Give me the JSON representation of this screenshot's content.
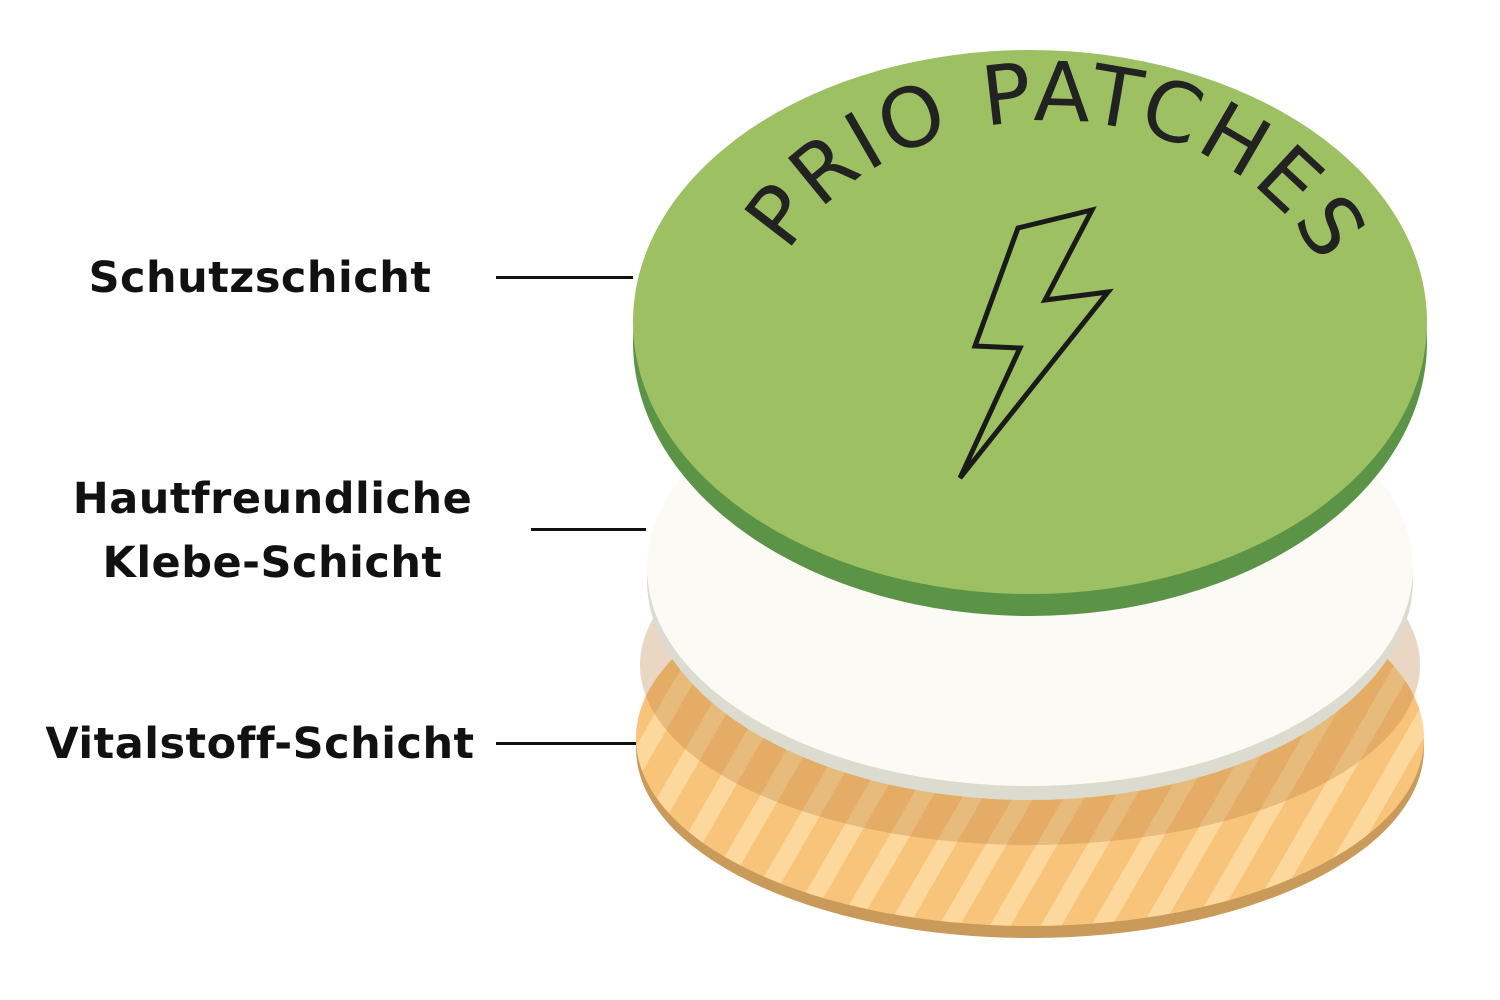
{
  "labels": {
    "top": "Schutzschicht",
    "middle_line1": "Hautfreundliche",
    "middle_line2": "Klebe-Schicht",
    "bottom": "Vitalstoff-Schicht"
  },
  "patch_logo_text": "PRIO PATCHES",
  "colors": {
    "green_top": "#9dc063",
    "green_edge": "#5b9446",
    "white_top": "#fbfaf5",
    "white_edge": "#dcdbcf",
    "orange_top": "#f8c47a",
    "orange_stripe": "#fcd89c",
    "orange_edge": "#c99a5a"
  }
}
